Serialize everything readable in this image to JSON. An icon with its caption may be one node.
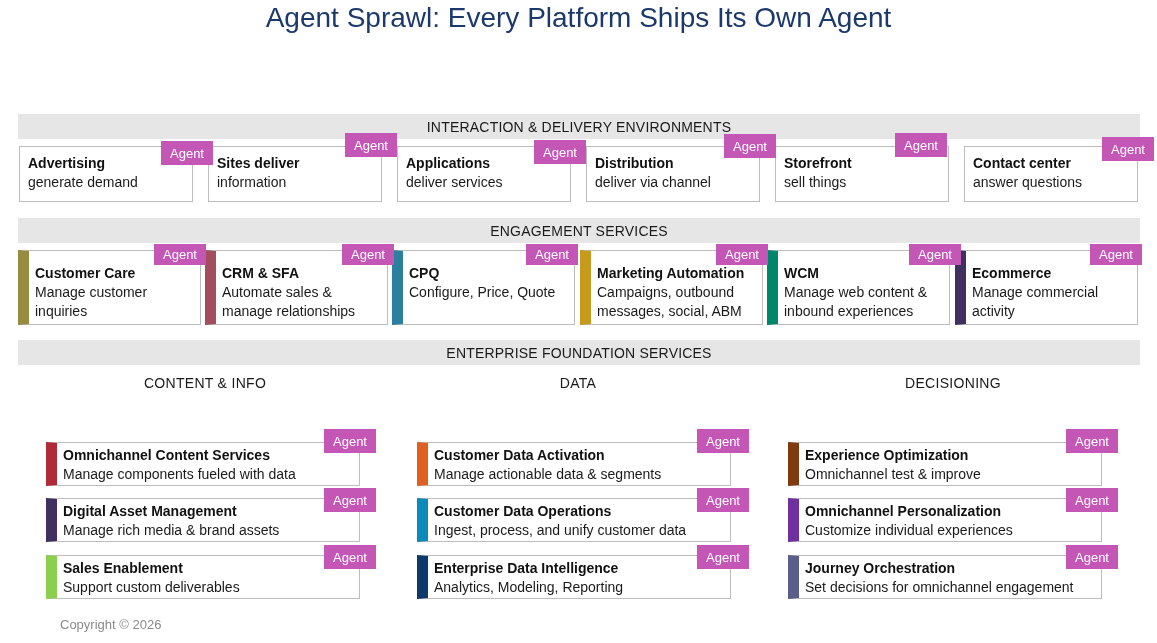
{
  "diagram": {
    "title": "Agent Sprawl: Every Platform Ships Its Own Agent",
    "nodes": [
      {
        "text": [
          "INTERACTION & DELIVERY ENVIRONMENTS"
        ]
      },
      {
        "text": [
          "Advertising",
          "generate demand"
        ]
      },
      {
        "text": [
          "Agent"
        ]
      },
      {
        "text": [
          "Sites deliver",
          "information"
        ]
      },
      {
        "text": [
          "Agent"
        ]
      },
      {
        "text": [
          "Applications",
          "deliver services"
        ]
      },
      {
        "text": [
          "Agent"
        ]
      },
      {
        "text": [
          "Distribution",
          "deliver via channel"
        ]
      },
      {
        "text": [
          "Agent"
        ]
      },
      {
        "text": [
          "Storefront",
          "sell things"
        ]
      },
      {
        "text": [
          "Agent"
        ]
      },
      {
        "text": [
          "Contact center",
          "answer questions"
        ]
      },
      {
        "text": [
          "Agent"
        ]
      },
      {
        "text": [
          "ENGAGEMENT SERVICES"
        ]
      },
      {
        "text": [
          "Customer Care",
          "Manage customer inquiries"
        ]
      },
      {
        "text": [
          "Agent"
        ]
      },
      {
        "text": [
          "CRM & SFA",
          "Automate sales & manage relationships"
        ]
      },
      {
        "text": [
          "Agent"
        ]
      },
      {
        "text": [
          "CPQ",
          "Configure, Price, Quote"
        ]
      },
      {
        "text": [
          "Agent"
        ]
      },
      {
        "text": [
          "Marketing Automation",
          "Campaigns, outbound messages, social, ABM"
        ]
      },
      {
        "text": [
          "Agent"
        ]
      },
      {
        "text": [
          "WCM",
          "Manage web content & inbound experiences"
        ]
      },
      {
        "text": [
          "Agent"
        ]
      },
      {
        "text": [
          "Ecommerce",
          "Manage commercial activity"
        ]
      },
      {
        "text": [
          "Agent"
        ]
      },
      {
        "text": [
          "ENTERPRISE FOUNDATION SERVICES"
        ]
      },
      {
        "text": [
          "Omnichannel Content Services",
          "Manage components fueled with data"
        ]
      },
      {
        "text": [
          "Agent"
        ]
      },
      {
        "text": [
          "Digital Asset Management",
          "Manage rich media & brand assets"
        ]
      },
      {
        "text": [
          "Agent"
        ]
      },
      {
        "text": [
          "Sales Enablement",
          "Support custom deliverables"
        ]
      },
      {
        "text": [
          "Agent"
        ]
      },
      {
        "text": [
          "Customer Data Activation",
          "Manage actionable data & segments"
        ]
      },
      {
        "text": [
          "Agent"
        ]
      },
      {
        "text": [
          "Customer Data Operations",
          "Ingest, process, and unify customer data"
        ]
      },
      {
        "text": [
          "Agent"
        ]
      },
      {
        "text": [
          "Enterprise Data Intelligence",
          "Analytics, Modeling, Reporting"
        ]
      },
      {
        "text": [
          "Agent"
        ]
      },
      {
        "text": [
          "Experience Optimization",
          "Omnichannel test & improve"
        ]
      },
      {
        "text": [
          "Agent"
        ]
      },
      {
        "text": [
          "Omnichannel Personalization",
          "Customize individual experiences"
        ]
      },
      {
        "text": [
          "Agent"
        ]
      },
      {
        "text": [
          "Journey Orchestration",
          "Set decisions for omnichannel engagement"
        ]
      },
      {
        "text": [
          "Agent"
        ]
      }
    ],
    "labels": [
      "CONTENT & INFO",
      "DATA",
      "DECISIONING",
      "Copyright © 2026"
    ]
  }
}
